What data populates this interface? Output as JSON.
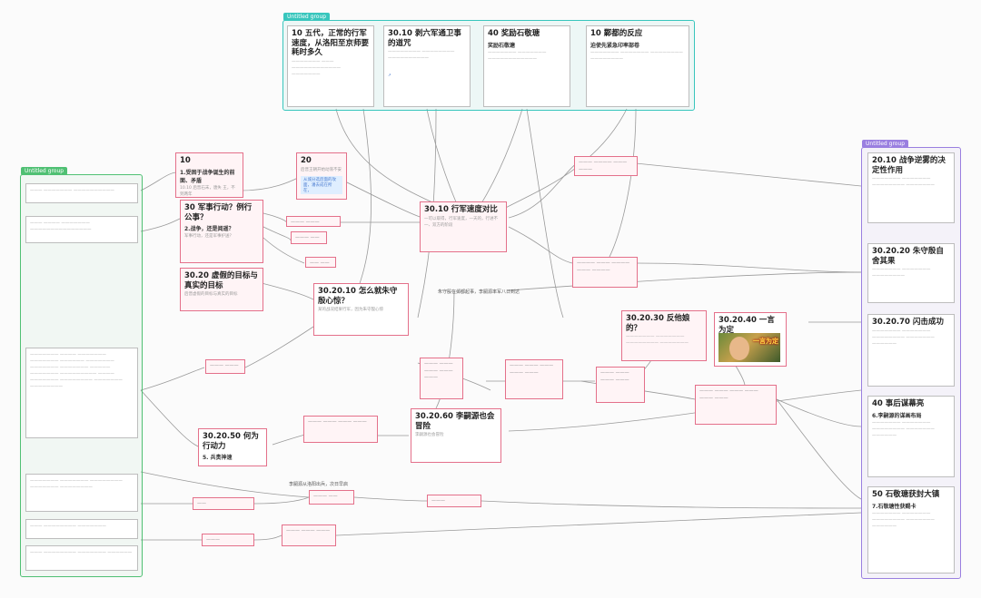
{
  "groups": {
    "top": "Untitled group",
    "left": "Untitled group",
    "right": "Untitled group"
  },
  "top_cards": {
    "c1": {
      "title": "10 五代，正常的行军速度，从洛阳至京师要耗时多久"
    },
    "c2": {
      "title": "30.10 剥六军通卫事的道咒"
    },
    "c3": {
      "title": "40 奖励石敬瑭",
      "sub": "奖励石敬瑭"
    },
    "c4": {
      "title": "10 鄴都的反应",
      "sub": "迫使先紧急印率部卷"
    }
  },
  "main_cards": {
    "n10": {
      "title": "10",
      "sub": "1.受困于战争诞生的前面、矛盾",
      "body": "10.10 后晋石末，唐失 王，不到两年"
    },
    "n20": {
      "title": "20",
      "body": "后晋王朝开始动荡不安",
      "tag": "从城分选后面的攻面，潘去成在所在，"
    },
    "n30": {
      "title": "30 军事行动？例行公事？",
      "sub": "2.战争，还是阅遥？",
      "body": "军事行动，还是军事护送？"
    },
    "n3020": {
      "title": "30.20 虚假的目标与真实的目标",
      "body": "后晋虚假的目标与真实的目标"
    },
    "n3010": {
      "title": "30.10 行军速度对比",
      "body": "一可以取得，行军速度，一天的，行进不一、双方的阶段"
    },
    "n301010": {
      "title": "30.20.10 怎么就朱守殷心惊？",
      "body": "某的战况结果行军，因为朱守殷心惊"
    },
    "n302030": {
      "title": "30.20.30 反他娘的？"
    },
    "n302040": {
      "title": "30.20.40 一言为定"
    },
    "n3050": {
      "title": "30.20.50 何为行动力",
      "sub": "5. 兵贵神速"
    },
    "n3060": {
      "title": "30.20.60 李嗣源也会冒险",
      "body": "李嗣源也会冒险"
    }
  },
  "thumb_caption": "一言为定",
  "right_cards": {
    "r1": {
      "title": "20.10 战争逆雾的决定性作用"
    },
    "r2": {
      "title": "30.20.20 朱守殷自舍其果"
    },
    "r3": {
      "title": "30.20.70 闪击成功"
    },
    "r4": {
      "title": "40 事后谋幕亮",
      "sub": "6.李嗣源的谋画布局"
    },
    "r5": {
      "title": "50 石敬瑭获封大镇",
      "sub": "7.石敬瑭性获赐卡"
    }
  },
  "edge_labels": {
    "mid": "朱守殷在邺都起事，李嗣源率军八日到达",
    "bottom": "李嗣源从洛阳出兵，次日早启"
  }
}
